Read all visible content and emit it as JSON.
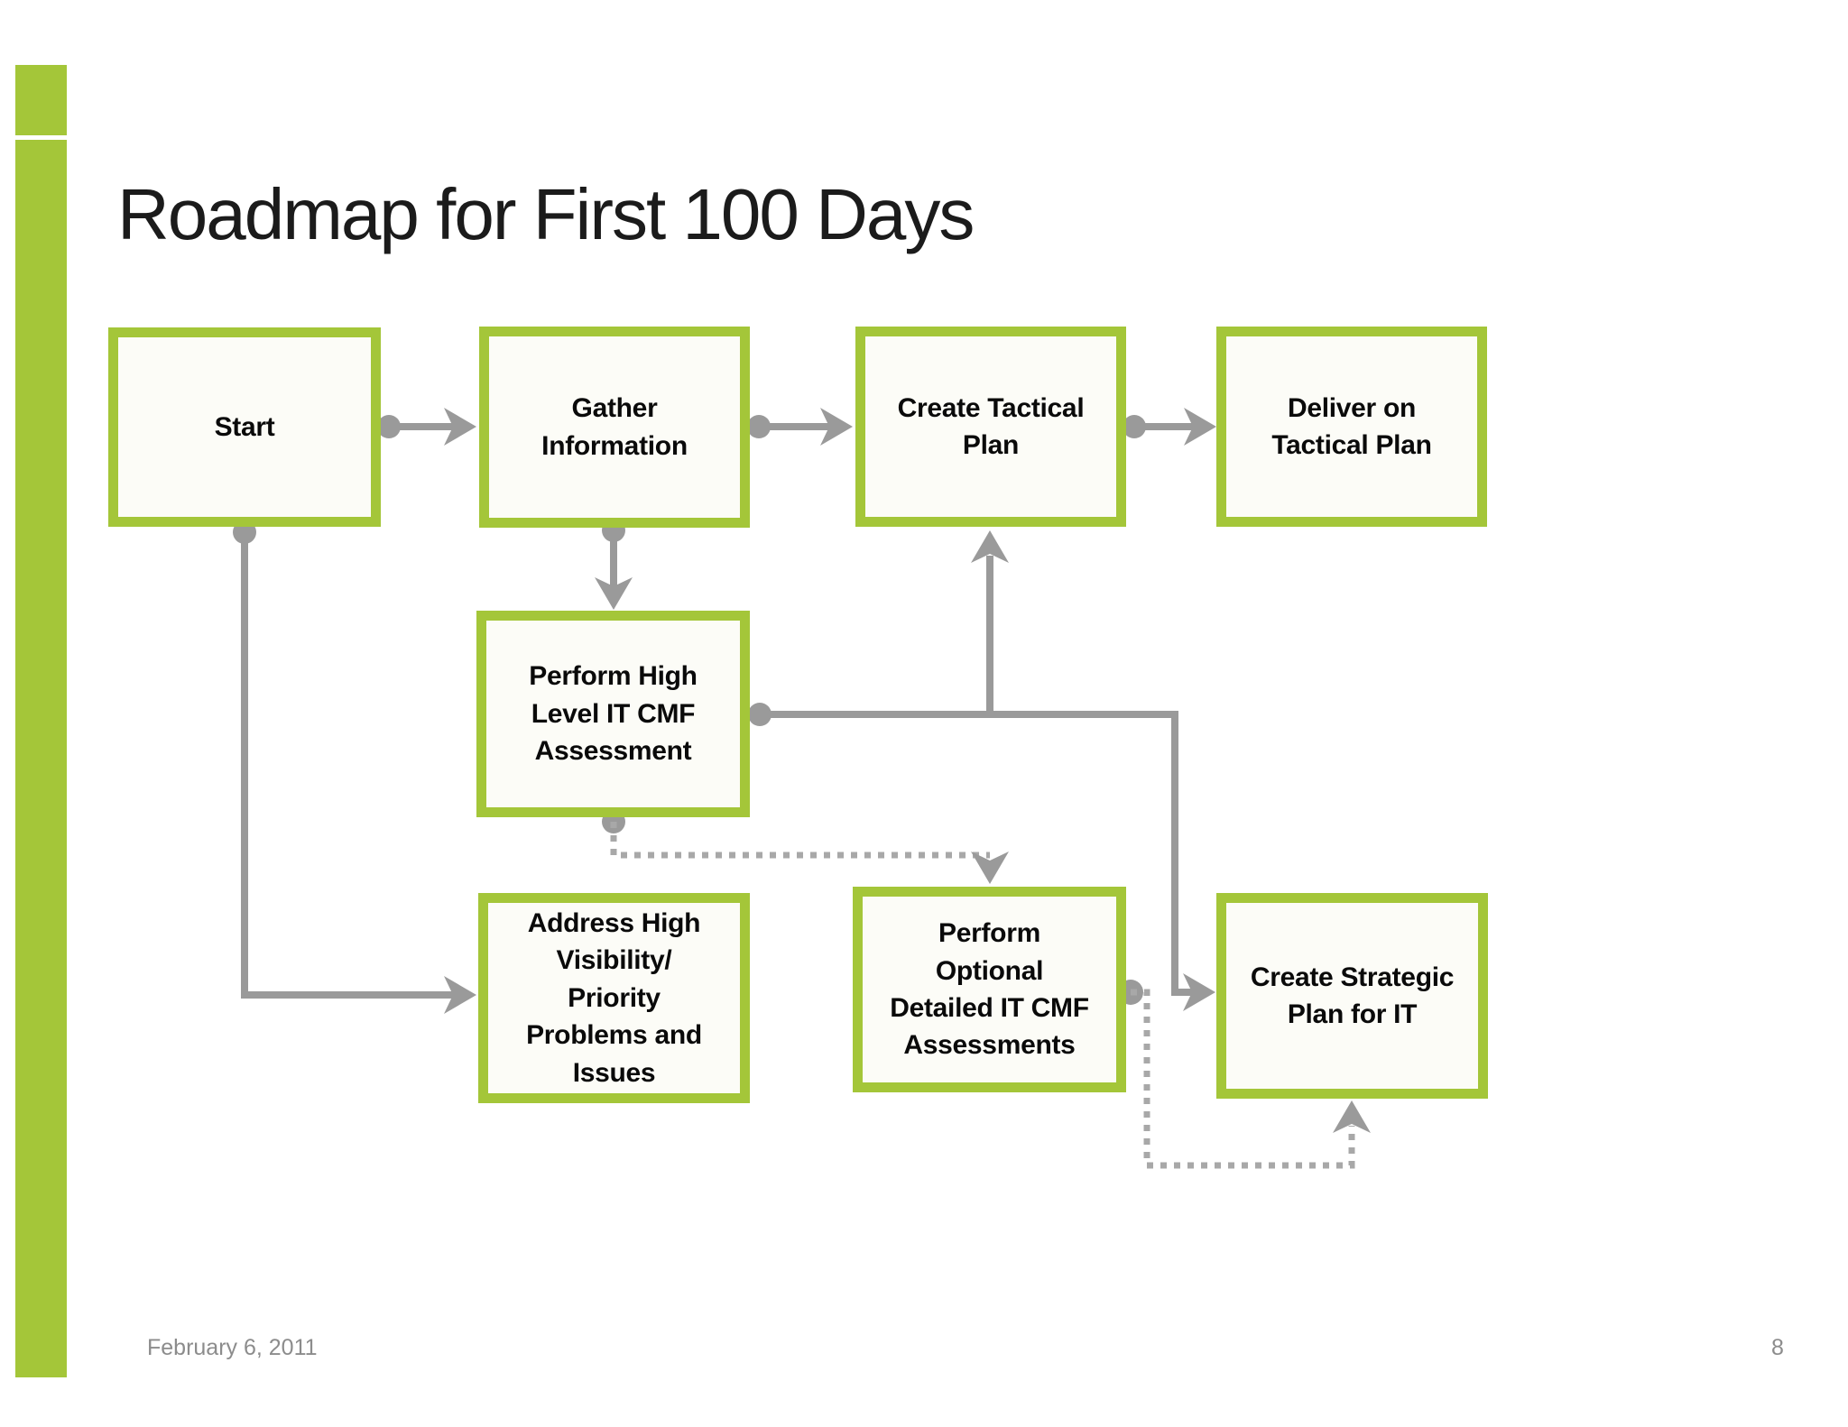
{
  "slide": {
    "title": "Roadmap for First 100 Days",
    "footer": {
      "date": "February 6, 2011",
      "page_number": "8"
    }
  },
  "colors": {
    "accent_green": "#a4c639",
    "connector_gray": "#9a9a9a",
    "dotted_gray": "#a8a8a8",
    "box_fill": "#fcfcf7",
    "title_color": "#1b1b1b",
    "footer_gray": "#8c8c8c"
  },
  "flowchart": {
    "nodes": [
      {
        "id": "start",
        "label": "Start"
      },
      {
        "id": "gather-information",
        "label": "Gather\nInformation"
      },
      {
        "id": "create-tactical-plan",
        "label": "Create Tactical\nPlan"
      },
      {
        "id": "deliver-on-tactical-plan",
        "label": "Deliver on\nTactical Plan"
      },
      {
        "id": "perform-high-level-it-cmf-assessment",
        "label": "Perform High\nLevel IT CMF\nAssessment"
      },
      {
        "id": "address-high-visibility-priority-problems-and-issues",
        "label": "Address High\nVisibility/\nPriority\nProblems and\nIssues"
      },
      {
        "id": "perform-optional-detailed-it-cmf-assessments",
        "label": "Perform\nOptional\nDetailed IT CMF\nAssessments"
      },
      {
        "id": "create-strategic-plan-for-it",
        "label": "Create Strategic\nPlan for IT"
      }
    ],
    "connections": [
      {
        "from": "start",
        "to": "gather-information",
        "style": "solid-arrow"
      },
      {
        "from": "gather-information",
        "to": "create-tactical-plan",
        "style": "solid-arrow"
      },
      {
        "from": "create-tactical-plan",
        "to": "deliver-on-tactical-plan",
        "style": "solid-arrow"
      },
      {
        "from": "gather-information",
        "to": "perform-high-level-it-cmf-assessment",
        "style": "solid-arrow"
      },
      {
        "from": "start",
        "to": "address-high-visibility-priority-problems-and-issues",
        "style": "solid-arrow"
      },
      {
        "from": "perform-high-level-it-cmf-assessment",
        "to": "create-tactical-plan",
        "style": "solid-arrow"
      },
      {
        "from": "perform-high-level-it-cmf-assessment",
        "to": "create-strategic-plan-for-it",
        "style": "solid-arrow"
      },
      {
        "from": "perform-high-level-it-cmf-assessment",
        "to": "perform-optional-detailed-it-cmf-assessments",
        "style": "dotted-arrow"
      },
      {
        "from": "perform-optional-detailed-it-cmf-assessments",
        "to": "create-strategic-plan-for-it",
        "style": "dotted-arrow"
      }
    ]
  }
}
